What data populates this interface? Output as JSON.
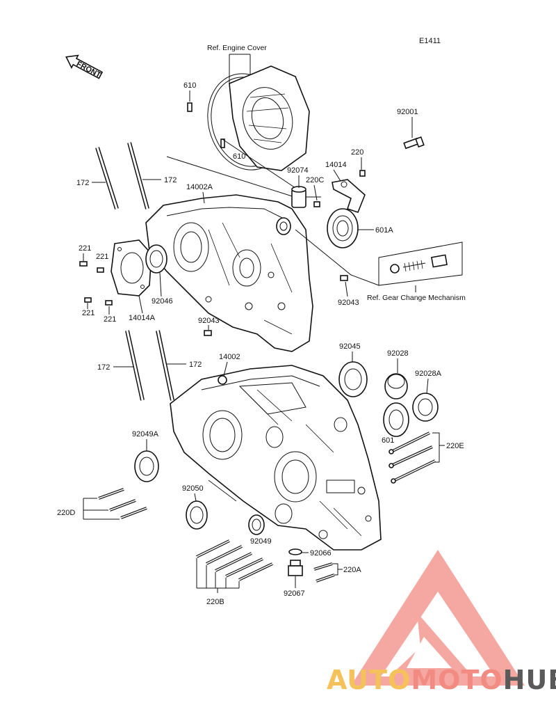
{
  "diagram": {
    "code": "E1411",
    "front_label": "FRONT",
    "ref_engine_cover": "Ref. Engine Cover",
    "ref_gear_change": "Ref.  Gear Change Mechanism",
    "parts": {
      "p610a": "610",
      "p610b": "610",
      "p92001": "92001",
      "p220": "220",
      "p14014": "14014",
      "p92074": "92074",
      "p220C": "220C",
      "p172a": "172",
      "p172b": "172",
      "p14002A": "14002A",
      "p601A": "601A",
      "p221a": "221",
      "p221b": "221",
      "p221c": "221",
      "p221d": "221",
      "p92046": "92046",
      "p14014A": "14014A",
      "p92043a": "92043",
      "p92043b": "92043",
      "p172c": "172",
      "p172d": "172",
      "p14002": "14002",
      "p92045": "92045",
      "p92028": "92028",
      "p92028A": "92028A",
      "p601": "601",
      "p220E": "220E",
      "p92049A": "92049A",
      "p92050": "92050",
      "p220D": "220D",
      "p92049": "92049",
      "p92066": "92066",
      "p220A": "220A",
      "p92067": "92067",
      "p220B": "220B"
    }
  },
  "watermark": {
    "brand_auto": "AUTO",
    "brand_moto": "MOTO",
    "brand_hub": "HUB",
    "colors": {
      "auto": "#f5c15a",
      "moto": "#f28b82",
      "hub": "#5a5a5a",
      "logo": "#f28b82"
    }
  }
}
